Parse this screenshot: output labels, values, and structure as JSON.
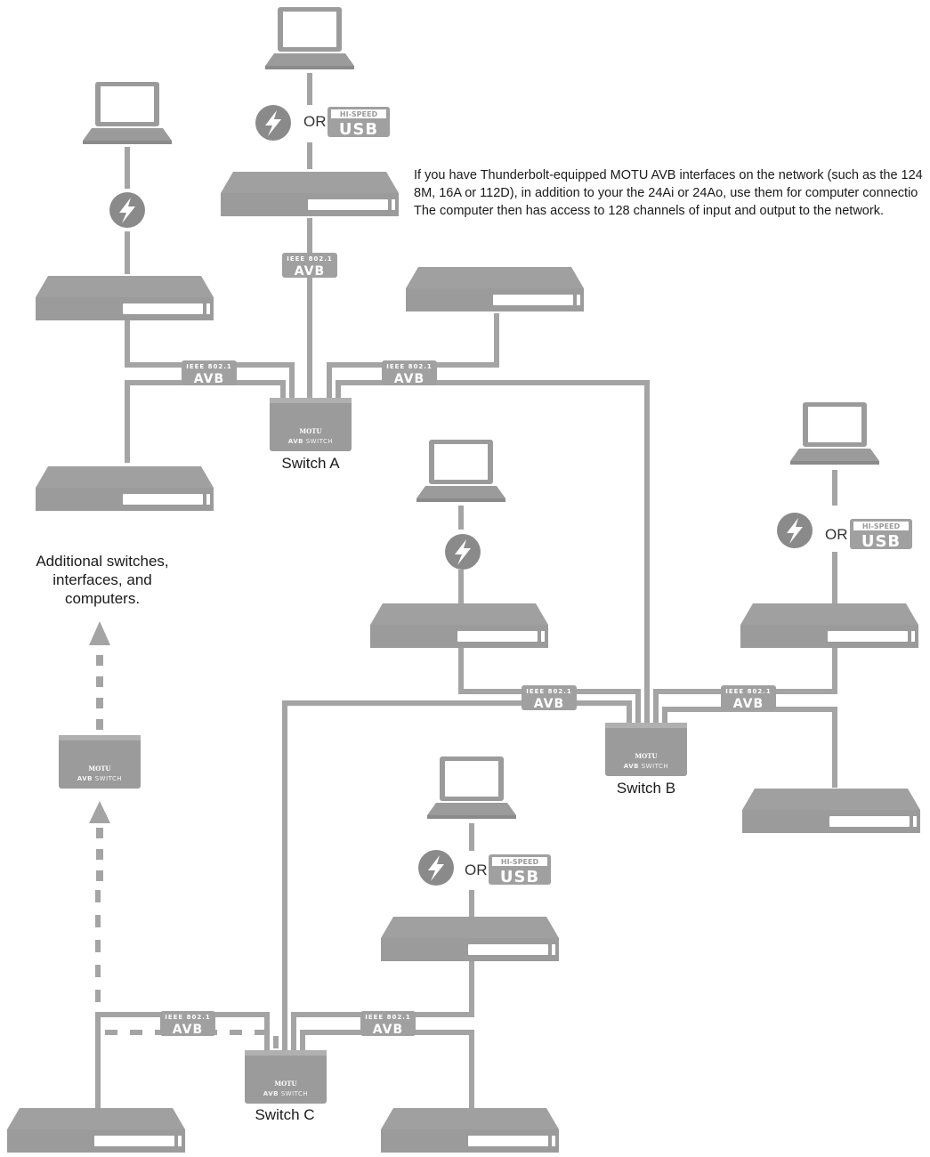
{
  "labels": {
    "switch_a": "Switch A",
    "switch_b": "Switch B",
    "switch_c": "Switch C",
    "or": "OR",
    "additional": [
      "Additional switches,",
      "interfaces, and",
      "computers."
    ]
  },
  "note_lines": [
    "If you have Thunderbolt-equipped MOTU AVB interfaces on the network (such as the 124",
    "8M, 16A or 112D), in addition to your the 24Ai or 24Ao, use them for computer connectio",
    "The computer then has access to 128 channels of input and output to the network."
  ],
  "badges": {
    "avb_top": "IEEE 802.1",
    "avb_main": "AVB",
    "usb_top": "HI-SPEED",
    "usb_main": "USB"
  },
  "switch_box": {
    "brand": "MOTU",
    "avb": "AVB",
    "word": "SWITCH"
  },
  "colors": {
    "device": "#9b9b9b",
    "line": "#a4a4a4",
    "text": "#1a1a1a"
  }
}
